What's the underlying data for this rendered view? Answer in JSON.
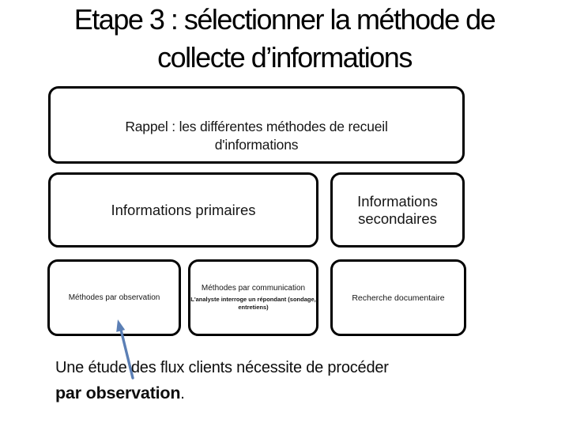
{
  "slide": {
    "title": {
      "lines": [
        "Etape 3 : sélectionner la méthode de",
        "collecte d’informations"
      ]
    },
    "diagram": {
      "rappel": {
        "lines": [
          "Rappel  : les différentes méthodes de recueil",
          "d'informations"
        ]
      },
      "primaires": {
        "label": "Informations primaires"
      },
      "secondaires": {
        "lines": [
          "Informations",
          "secondaires"
        ]
      },
      "observation": {
        "label": "Méthodes par observation"
      },
      "communication": {
        "title": "Méthodes par communication",
        "subtitle_lines": [
          "L'analyste interroge un répondant (sondage,",
          "entretiens)"
        ]
      },
      "recherche": {
        "label": "Recherche documentaire"
      }
    },
    "conclusion": {
      "normal": "Une étude des flux clients nécessite de procéder",
      "bold": "par observation",
      "suffix": "."
    },
    "colors": {
      "box_border": "#000000",
      "text": "#111111",
      "arrow": "#5b7fb5"
    }
  }
}
